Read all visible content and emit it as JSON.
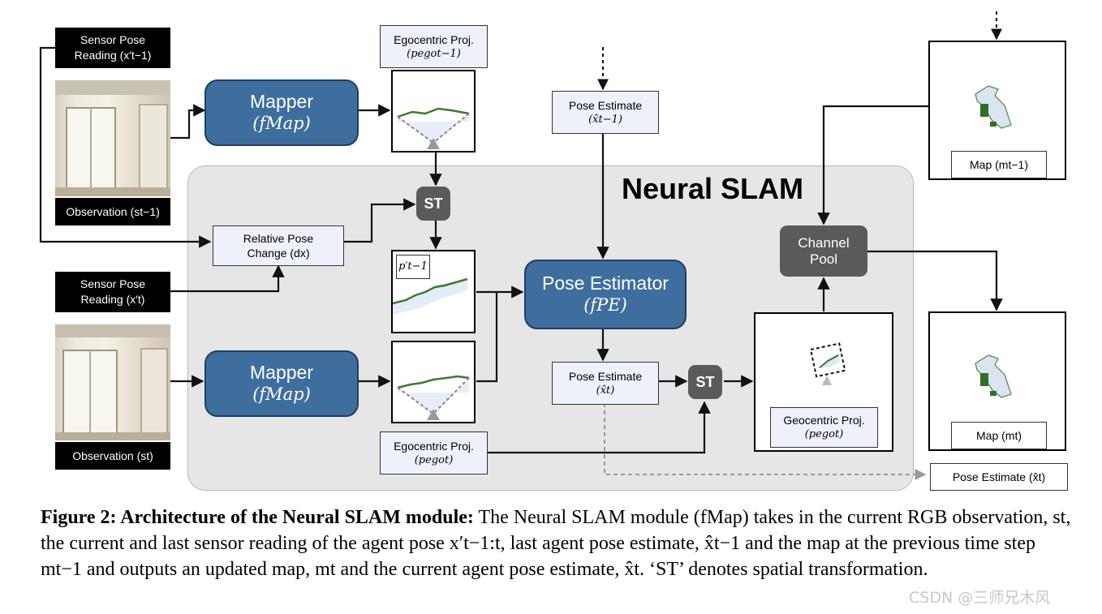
{
  "diagram": {
    "title": "Neural SLAM",
    "mapper_top": {
      "label": "Mapper",
      "math": "(fMap)"
    },
    "mapper_bottom": {
      "label": "Mapper",
      "math": "(fMap)"
    },
    "pose_estimator": {
      "label": "Pose Estimator",
      "math": "(fPE)"
    },
    "st_top": "ST",
    "st_bottom": "ST",
    "channel_pool": {
      "line1": "Channel",
      "line2": "Pool"
    },
    "sensor_top": {
      "line1": "Sensor Pose",
      "line2": "Reading (x′t−1)"
    },
    "sensor_bottom": {
      "line1": "Sensor Pose",
      "line2": "Reading (x′t)"
    },
    "observation_top": "Observation (st−1)",
    "observation_bottom": "Observation (st)",
    "ego_top": {
      "line1": "Egocentric Proj.",
      "line2": "(pegot−1)"
    },
    "ego_bottom": {
      "line1": "Egocentric Proj.",
      "line2": "(pegot)"
    },
    "p_prime_label": "p′t−1",
    "relative_pose": {
      "line1": "Relative Pose",
      "line2": "Change (dx)"
    },
    "pose_est_top": {
      "line1": "Pose Estimate",
      "line2": "(x̂t−1)"
    },
    "pose_est_mid": {
      "line1": "Pose Estimate",
      "line2": "(x̂t)"
    },
    "geocentric": {
      "line1": "Geocentric Proj.",
      "line2": "(pegot)"
    },
    "map_top": "Map (mt−1)",
    "map_bottom": "Map (mt)",
    "pose_est_out": "Pose Estimate (x̂t)"
  },
  "caption": {
    "label": "Figure 2: Architecture of the Neural SLAM module:",
    "text": "The Neural SLAM module (fMap) takes in the current RGB observation, st, the current and last sensor reading of the agent pose x′t−1:t, last agent pose estimate, x̂t−1 and the map at the previous time step mt−1 and outputs an updated map, mt and the current agent pose estimate, x̂t. ‘ST’ denotes spatial transformation."
  },
  "watermark": "CSDN @三师兄木风",
  "colors": {
    "module_blue": "#3e6e9e",
    "st_gray": "#5a5a5a",
    "label_fill": "#eef1fa",
    "region_gray": "#e6e6e6"
  }
}
